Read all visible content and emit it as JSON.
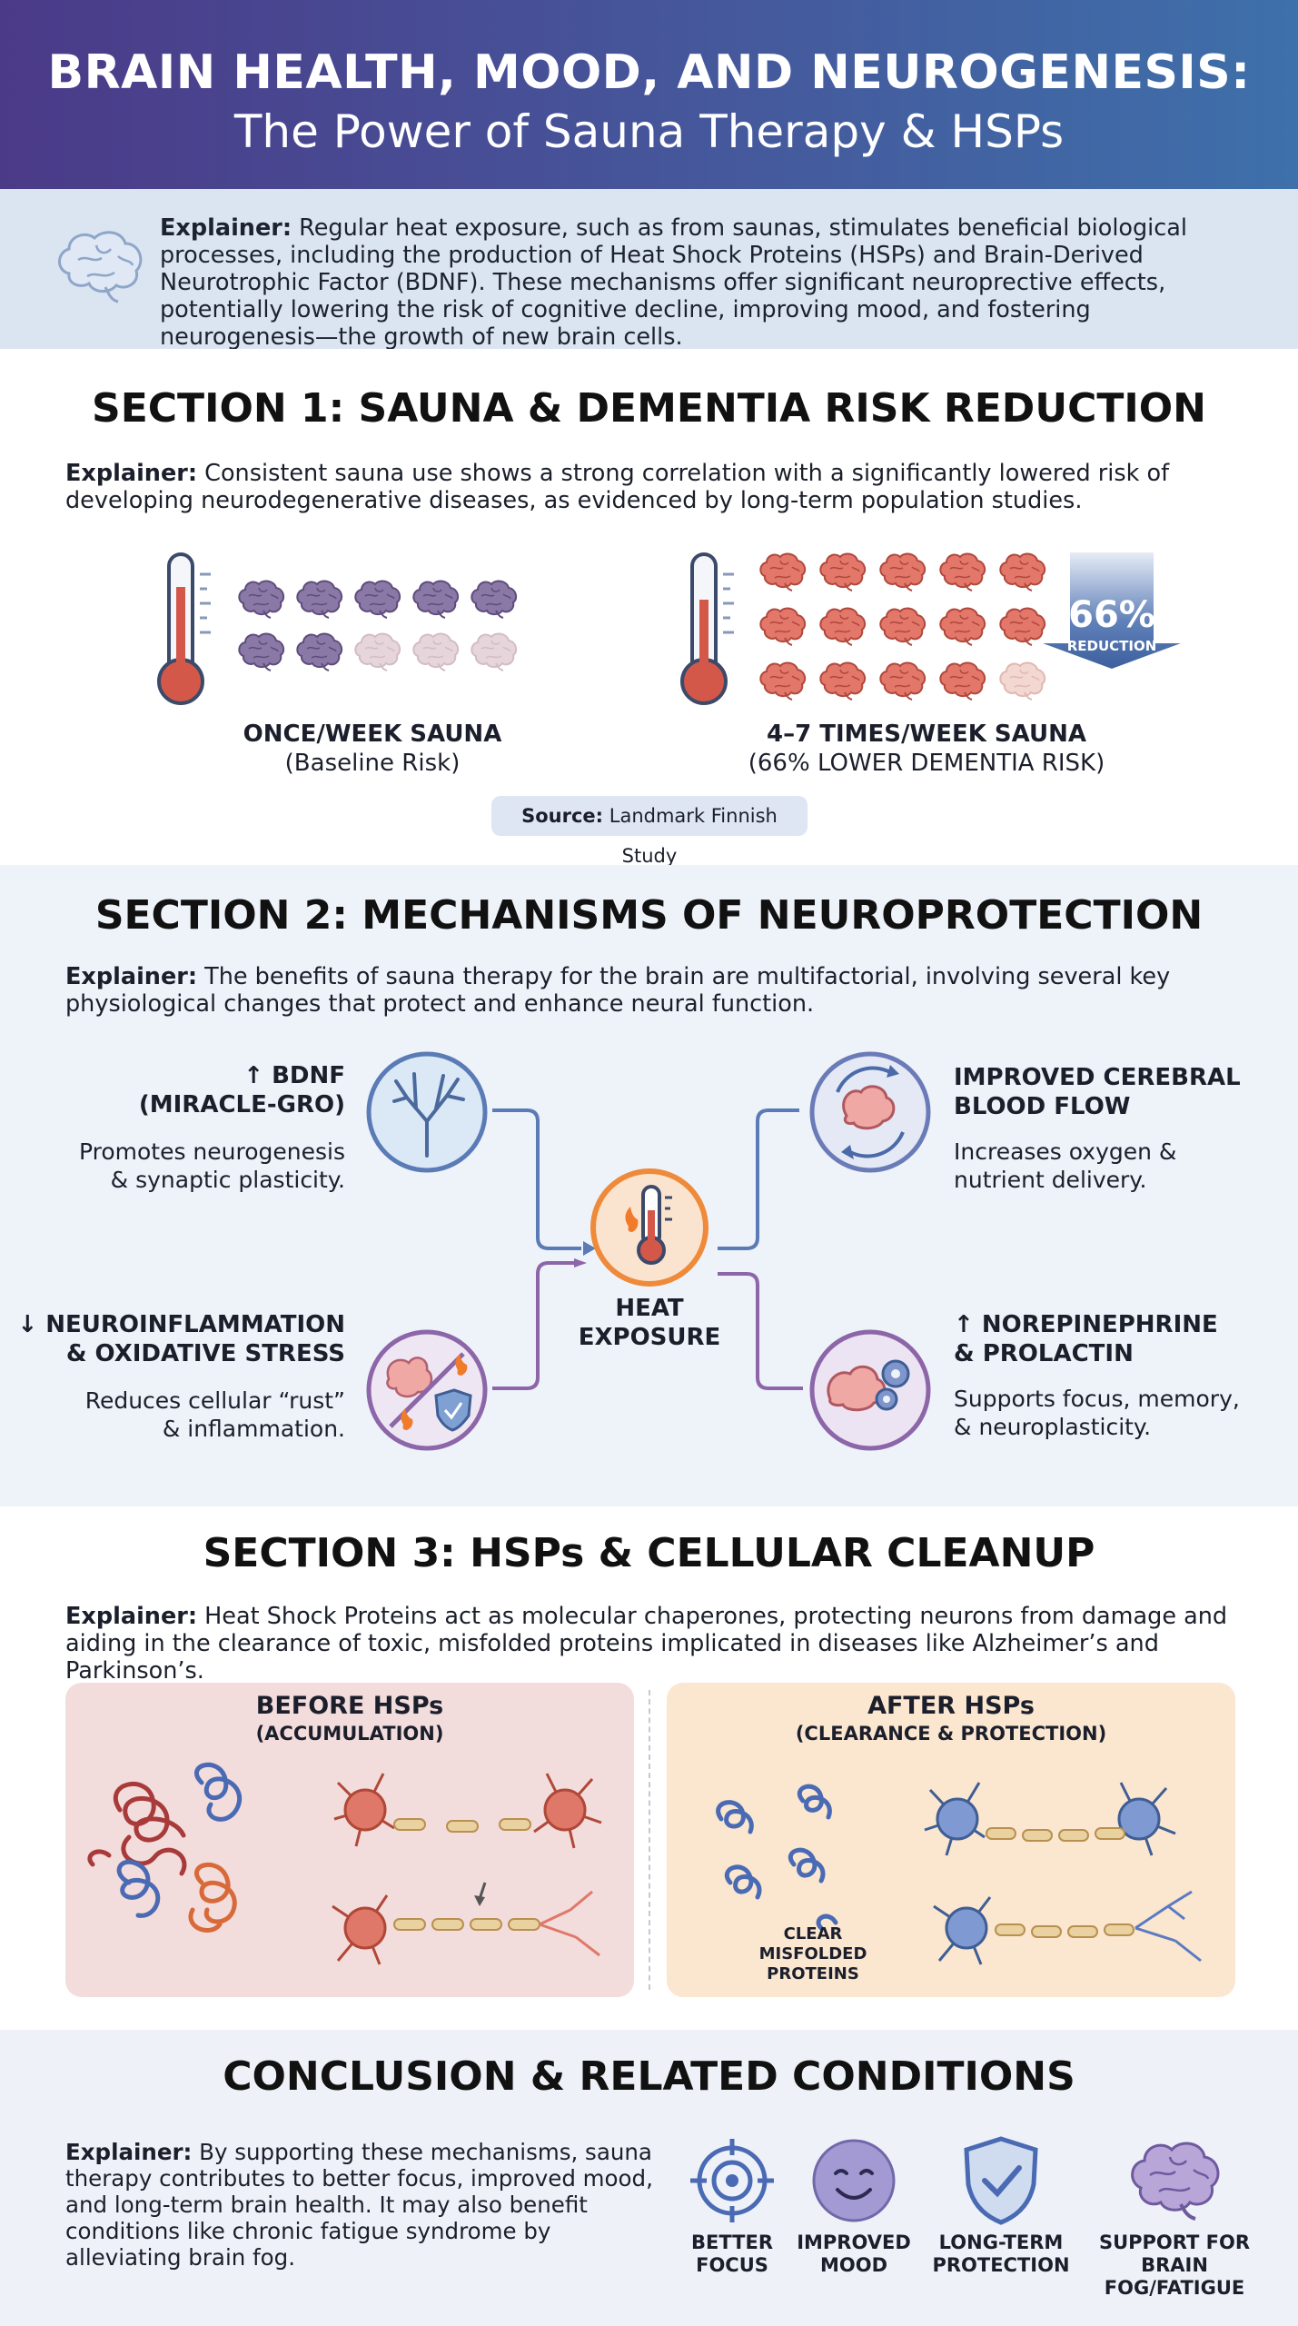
{
  "header": {
    "title_line1": "BRAIN HEALTH, MOOD, AND NEUROGENESIS:",
    "title_line2": "The Power of Sauna Therapy & HSPs"
  },
  "intro": {
    "label": "Explainer:",
    "text": " Regular heat exposure, such as from saunas, stimulates beneficial biological processes, including the production of Heat Shock Proteins (HSPs) and Brain-Derived Neurotrophic Factor (BDNF). These mechanisms offer significant neuroprective effects, potentially lowering the risk of cognitive decline, improving mood, and fostering neurogenesis—the growth of new brain cells."
  },
  "section1": {
    "title": "SECTION 1: SAUNA & DEMENTIA RISK REDUCTION",
    "explainer_label": "Explainer:",
    "explainer": " Consistent sauna use shows a strong correlation with a significantly lowered risk of developing neurodegenerative diseases, as evidenced by long-term population studies.",
    "left_caption": "ONCE/WEEK SAUNA",
    "left_sub": "(Baseline Risk)",
    "right_caption": "4–7 TIMES/WEEK SAUNA",
    "right_sub": "(66% LOWER DEMENTIA RISK)",
    "reduction_value": "66%",
    "reduction_label": "REDUCTION",
    "source_label": "Source:",
    "source_text": " Landmark Finnish Study",
    "left_brains_risk": 7,
    "left_brains_total": 10,
    "right_brains_risk": 14,
    "right_brains_total": 15
  },
  "section2": {
    "title": "SECTION 2: MECHANISMS OF NEUROPROTECTION",
    "explainer_label": "Explainer:",
    "explainer": " The benefits of sauna therapy for the brain are multifactorial, involving several key physiological changes that protect and enhance neural function.",
    "center_label_1": "HEAT",
    "center_label_2": "EXPOSURE",
    "mechanisms": [
      {
        "head1": "↑ BDNF",
        "head2": "(MIRACLE-GRO)",
        "desc1": "Promotes neurogenesis",
        "desc2": "& synaptic plasticity."
      },
      {
        "head1": "↓ NEUROINFLAMMATION",
        "head2": "& OXIDATIVE STRESS",
        "desc1": "Reduces cellular “rust”",
        "desc2": "& inflammation."
      },
      {
        "head1": "IMPROVED CEREBRAL",
        "head2": "BLOOD FLOW",
        "desc1": "Increases oxygen &",
        "desc2": "nutrient delivery."
      },
      {
        "head1": "↑ NOREPINEPHRINE",
        "head2": "& PROLACTIN",
        "desc1": "Supports focus, memory,",
        "desc2": "& neuroplasticity."
      }
    ]
  },
  "section3": {
    "title": "SECTION 3: HSPs & CELLULAR CLEANUP",
    "explainer_label": "Explainer:",
    "explainer": " Heat Shock Proteins act as molecular chaperones, protecting neurons from damage and aiding in the clearance of toxic, misfolded proteins implicated in diseases like Alzheimer’s and Parkinson’s.",
    "before_title": "BEFORE HSPs",
    "before_sub": "(ACCUMULATION)",
    "after_title": "AFTER HSPs",
    "after_sub": "(CLEARANCE & PROTECTION)",
    "clear_1": "CLEAR",
    "clear_2": "MISFOLDED",
    "clear_3": "PROTEINS"
  },
  "conclusion": {
    "title": "CONCLUSION & RELATED CONDITIONS",
    "explainer_label": "Explainer:",
    "explainer": " By supporting these mechanisms, sauna therapy contributes to better focus, improved mood, and long-term brain health. It may also benefit conditions like chronic fatigue syndrome by alleviating brain fog.",
    "icons": [
      {
        "icon": "target-icon",
        "line1": "BETTER",
        "line2": "FOCUS"
      },
      {
        "icon": "smiley-icon",
        "line1": "IMPROVED",
        "line2": "MOOD"
      },
      {
        "icon": "shield-check-icon",
        "line1": "LONG-TERM",
        "line2": "PROTECTION"
      },
      {
        "icon": "brain-icon",
        "line1": "SUPPORT FOR",
        "line2": "BRAIN FOG/FATIGUE"
      }
    ]
  },
  "colors": {
    "header_start": "#4b3a88",
    "header_end": "#3e70aa",
    "brain_risk": "#8a78a6",
    "brain_safe": "#e7d5dc",
    "brain_red": "#e2776a",
    "arrow_blue": "#5473ad"
  }
}
